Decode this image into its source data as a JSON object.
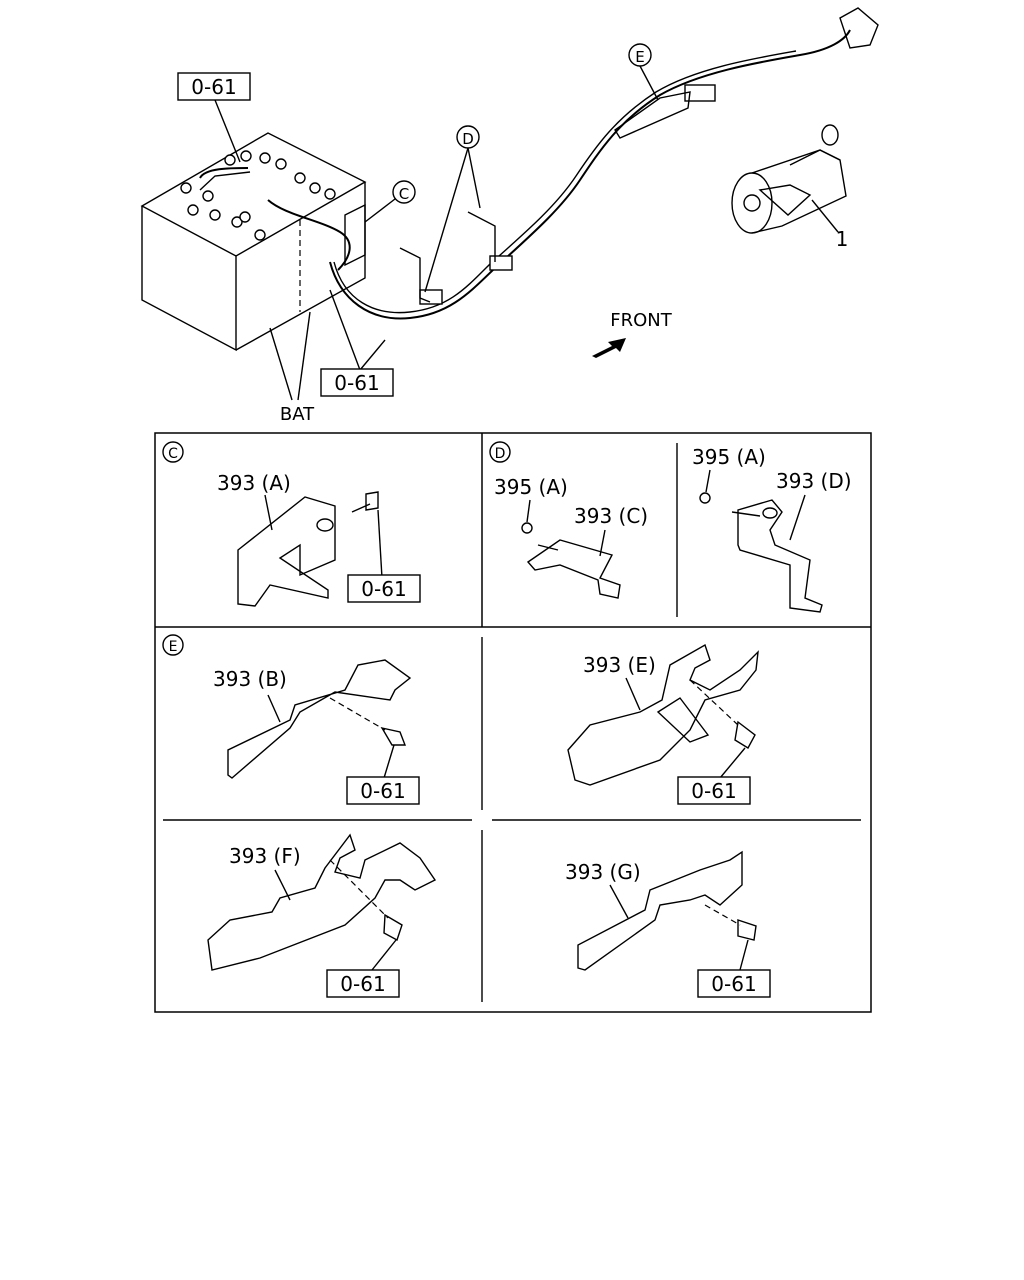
{
  "main_view": {
    "ref_top": "0-61",
    "ref_bottom": "0-61",
    "callout_C": "C",
    "callout_D": "D",
    "callout_E": "E",
    "part_1": "1",
    "front_label": "FRONT",
    "bat_label": "BAT"
  },
  "detail_C": {
    "letter": "C",
    "part": "393 (A)",
    "ref": "0-61"
  },
  "detail_D": {
    "letter": "D",
    "left": {
      "nut": "395 (A)",
      "part": "393 (C)"
    },
    "right": {
      "nut": "395 (A)",
      "part": "393 (D)"
    }
  },
  "detail_E": {
    "letter": "E",
    "b": {
      "part": "393 (B)",
      "ref": "0-61"
    },
    "e": {
      "part": "393 (E)",
      "ref": "0-61"
    },
    "f": {
      "part": "393 (F)",
      "ref": "0-61"
    },
    "g": {
      "part": "393 (G)",
      "ref": "0-61"
    }
  }
}
